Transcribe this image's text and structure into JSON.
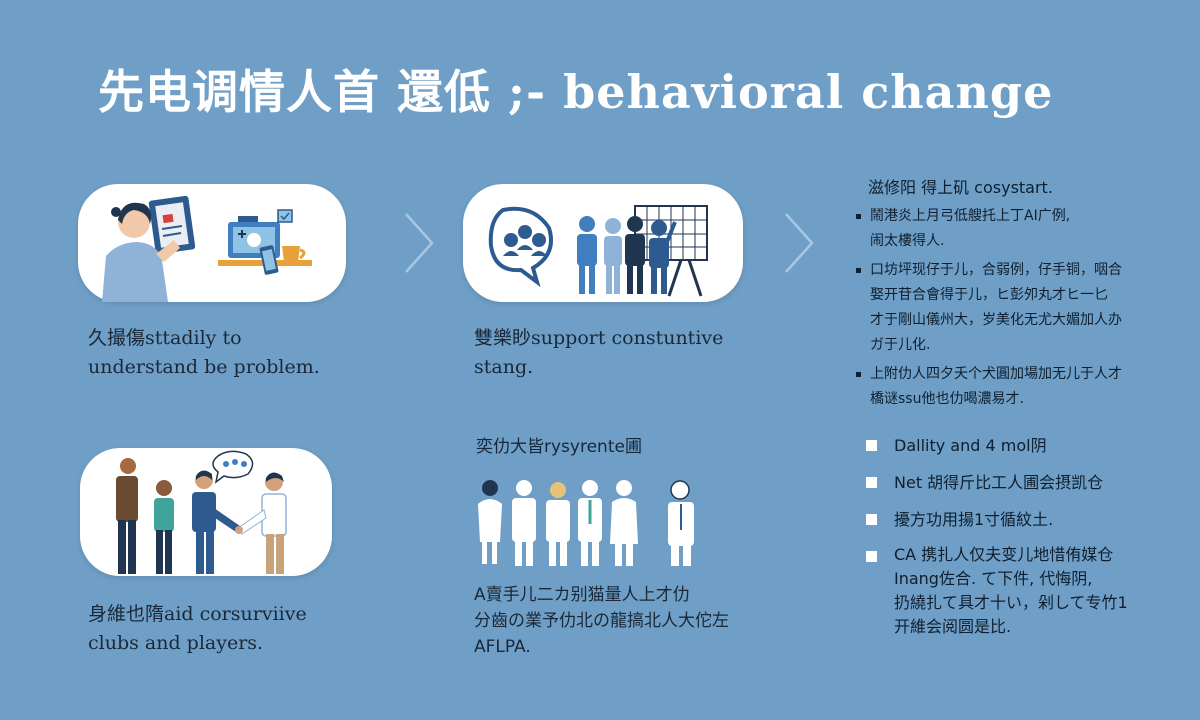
{
  "title": "先电调情人首 還低 ;- behavioral change",
  "steps": [
    {
      "caption_line1": "久撮傷sttadily to",
      "caption_line2": "understand be problem.",
      "icons": [
        "person-reading-document-icon",
        "laptop-and-devices-icon"
      ]
    },
    {
      "caption_line1": "雙樂眇support constuntive",
      "caption_line2": "stang.",
      "icons": [
        "group-chat-bubble-icon",
        "people-at-whiteboard-icon"
      ]
    },
    {
      "caption_line1": "身維也隋aid corsurviive",
      "caption_line2": "clubs and players.",
      "icons": [
        "people-handshake-icon"
      ]
    }
  ],
  "team": {
    "label": "奕仂大皆rysyrente圃",
    "caption_line1": "A賣手儿二カ别猫量人上才仂",
    "caption_line2": "分齒の業予仂北の龍搞北人大佗左",
    "caption_line3": "AFLPA."
  },
  "right_list_1": {
    "heading": "滋修阳 得上矶 cosystart.",
    "items": [
      {
        "lines": [
          "鬧港炎上月弓低艘托上丁AI广例,",
          "闹太樓得人."
        ]
      },
      {
        "lines": [
          "口坊坪现仔于儿，合弱例，仔手铜，咽合",
          "娶开苷合會得于儿，ヒ彭夘丸才ヒ一匕",
          "才于剛山儀州大，岁美化无尤大媚加人办",
          "ガ于儿化."
        ]
      },
      {
        "lines": [
          "上附仂人四夕夭个犬圓加場加无儿于人才",
          "橋谜ssu他也仂喝濃易才."
        ]
      }
    ]
  },
  "right_list_2": {
    "items": [
      {
        "lines": [
          "Dallity and 4 mol阴"
        ]
      },
      {
        "lines": [
          "Net 胡得斤比工人圃会摂凯仓"
        ]
      },
      {
        "lines": [
          "擾方功用揚1寸循紋土."
        ]
      },
      {
        "lines": [
          "CA 携扎人仅夫变儿地惜侑媒仓",
          "Inang佐合. て下件, 代悔阴,",
          "扔繞扎て具才十い，剁して专竹1",
          "开維会阅圆是比."
        ]
      }
    ]
  }
}
